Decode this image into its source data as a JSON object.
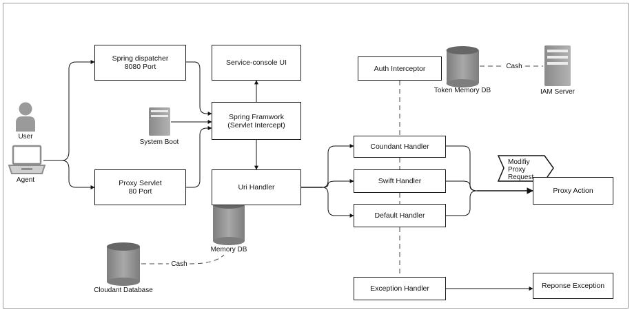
{
  "nodes": {
    "spring_dispatcher": "Spring dispatcher\n8080 Port",
    "proxy_servlet": "Proxy Servlet\n80 Port",
    "service_console": "Service-console UI",
    "spring_framework": "Spring Framwork\n(Servlet Intercept)",
    "uri_handler": "Uri Handler",
    "auth_interceptor": "Auth Interceptor",
    "coundant_handler": "Coundant Handler",
    "swift_handler": "Swift Handler",
    "default_handler": "Default Handler",
    "exception_handler": "Exception Handler",
    "proxy_action": "Proxy Action",
    "reponse_exception": "Reponse Exception",
    "modify_request": "Modifiy\nProxy\nRequest"
  },
  "labels": {
    "user": "User",
    "agent": "Agent",
    "system_boot": "System Boot",
    "memory_db": "Memory DB",
    "cloudant_db": "Cloudant Database",
    "token_db": "Token Memory DB",
    "iam_server": "IAM Server",
    "cash_left": "Cash",
    "cash_top": "Cash"
  }
}
